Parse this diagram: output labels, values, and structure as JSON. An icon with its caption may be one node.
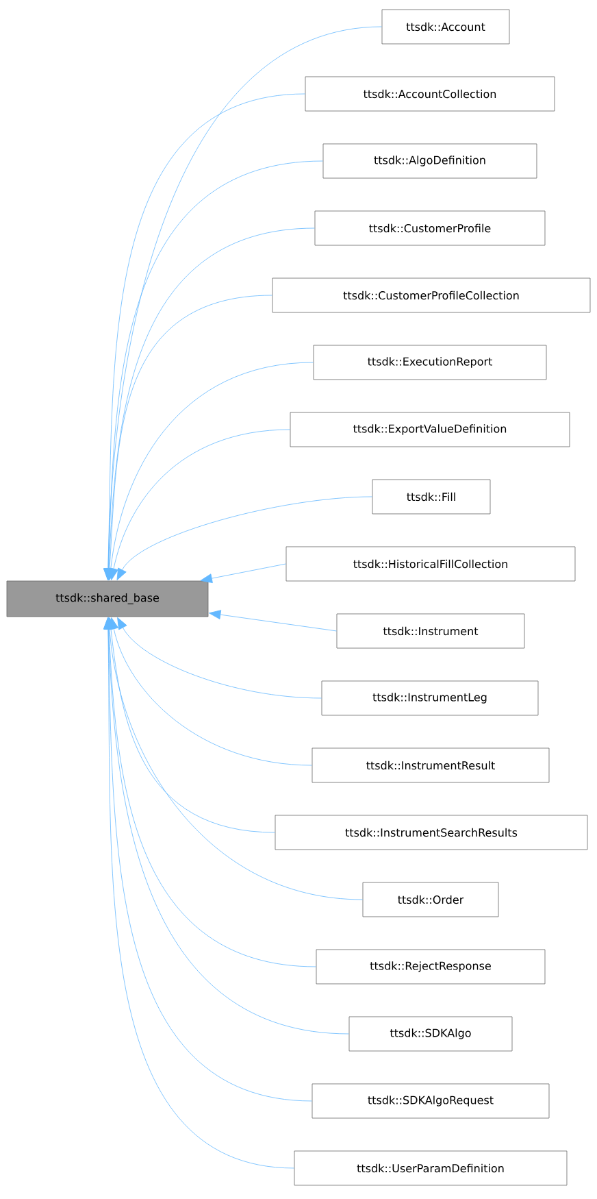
{
  "diagram": {
    "nodes": [
      {
        "text": [
          "ttsdk::shared_base"
        ]
      },
      {
        "text": [
          "ttsdk::Account"
        ]
      },
      {
        "text": [
          "ttsdk::AccountCollection"
        ]
      },
      {
        "text": [
          "ttsdk::AlgoDefinition"
        ]
      },
      {
        "text": [
          "ttsdk::CustomerProfile"
        ]
      },
      {
        "text": [
          "ttsdk::CustomerProfileCollection"
        ]
      },
      {
        "text": [
          "ttsdk::ExecutionReport"
        ]
      },
      {
        "text": [
          "ttsdk::ExportValueDefinition"
        ]
      },
      {
        "text": [
          "ttsdk::Fill"
        ]
      },
      {
        "text": [
          "ttsdk::HistoricalFillCollection"
        ]
      },
      {
        "text": [
          "ttsdk::Instrument"
        ]
      },
      {
        "text": [
          "ttsdk::InstrumentLeg"
        ]
      },
      {
        "text": [
          "ttsdk::InstrumentResult"
        ]
      },
      {
        "text": [
          "ttsdk::InstrumentSearchResults"
        ]
      },
      {
        "text": [
          "ttsdk::Order"
        ]
      },
      {
        "text": [
          "ttsdk::RejectResponse"
        ]
      },
      {
        "text": [
          "ttsdk::SDKAlgo"
        ]
      },
      {
        "text": [
          "ttsdk::SDKAlgoRequest"
        ]
      },
      {
        "text": [
          "ttsdk::UserParamDefinition"
        ]
      }
    ],
    "edges": [
      {
        "from": 1,
        "to": 0,
        "arrow": "to"
      },
      {
        "from": 2,
        "to": 0,
        "arrow": "to"
      },
      {
        "from": 3,
        "to": 0,
        "arrow": "to"
      },
      {
        "from": 4,
        "to": 0,
        "arrow": "to"
      },
      {
        "from": 5,
        "to": 0,
        "arrow": "to"
      },
      {
        "from": 6,
        "to": 0,
        "arrow": "to"
      },
      {
        "from": 7,
        "to": 0,
        "arrow": "to"
      },
      {
        "from": 8,
        "to": 0,
        "arrow": "to"
      },
      {
        "from": 9,
        "to": 0,
        "arrow": "to"
      },
      {
        "from": 10,
        "to": 0,
        "arrow": "to"
      },
      {
        "from": 11,
        "to": 0,
        "arrow": "to"
      },
      {
        "from": 12,
        "to": 0,
        "arrow": "to"
      },
      {
        "from": 13,
        "to": 0,
        "arrow": "to"
      },
      {
        "from": 14,
        "to": 0,
        "arrow": "to"
      },
      {
        "from": 15,
        "to": 0,
        "arrow": "to"
      },
      {
        "from": 16,
        "to": 0,
        "arrow": "to"
      },
      {
        "from": 17,
        "to": 0,
        "arrow": "to"
      },
      {
        "from": 18,
        "to": 0,
        "arrow": "to"
      }
    ]
  }
}
